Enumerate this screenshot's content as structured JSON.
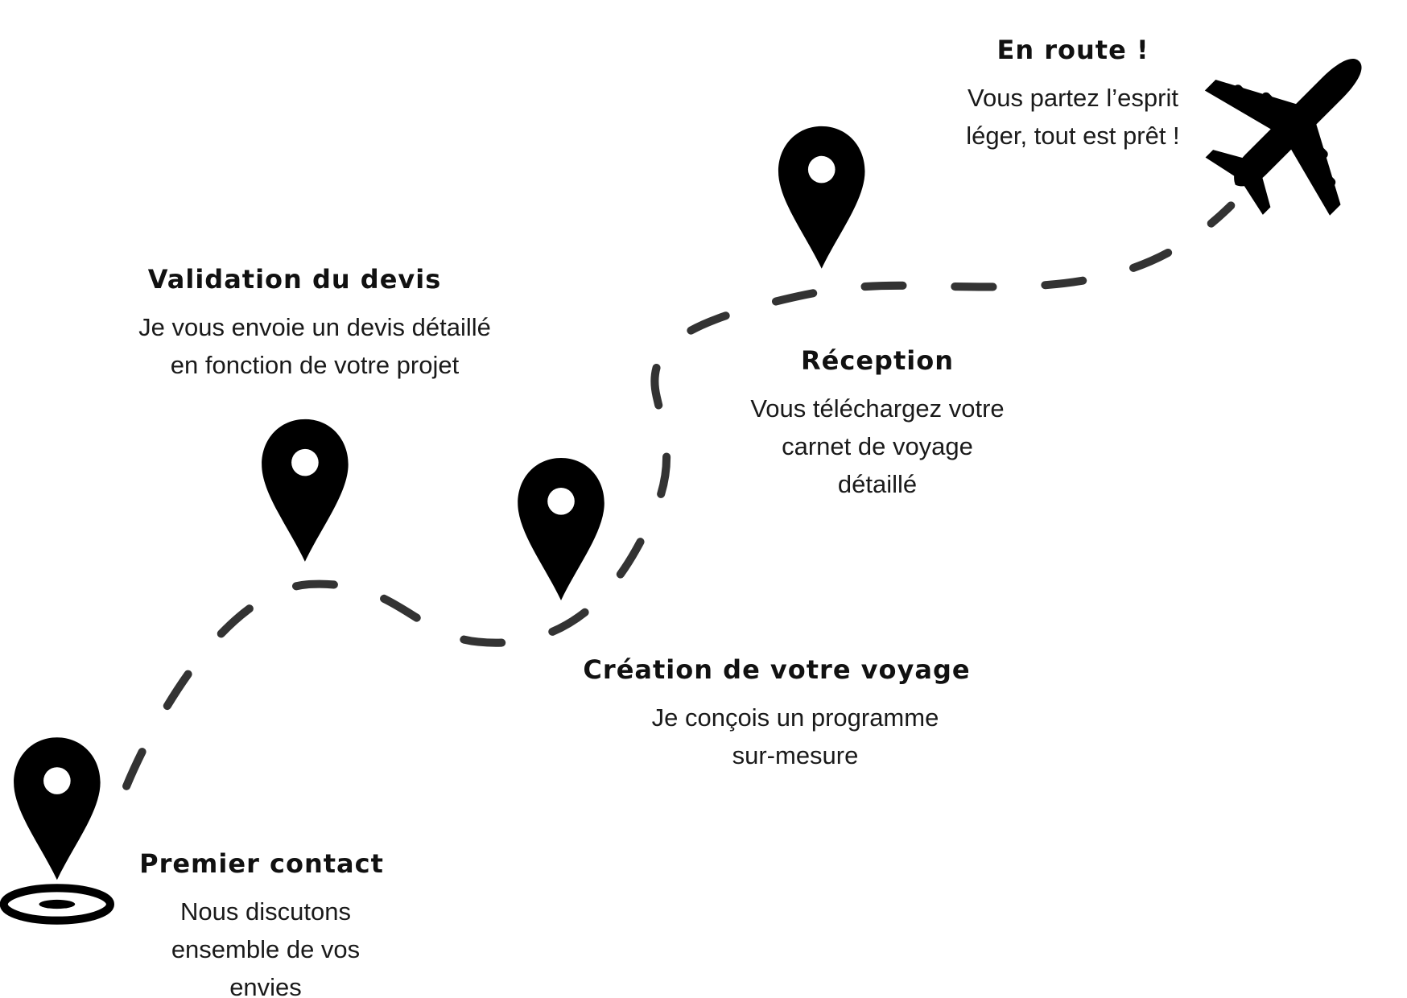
{
  "steps": [
    {
      "title": "Premier contact",
      "lines": [
        "Nous discutons",
        "ensemble de vos",
        "envies"
      ]
    },
    {
      "title": "Validation du devis",
      "lines": [
        "Je vous envoie un devis détaillé",
        "en fonction de votre projet"
      ]
    },
    {
      "title": "Création de votre voyage",
      "lines": [
        "Je conçois un programme",
        "sur-mesure"
      ]
    },
    {
      "title": "Réception",
      "lines": [
        "Vous téléchargez votre",
        "carnet de voyage",
        "détaillé"
      ]
    },
    {
      "title": "En route !",
      "lines": [
        "Vous partez l’esprit",
        "léger, tout est prêt !"
      ]
    }
  ],
  "colors": {
    "ink": "#000000",
    "path": "#333333"
  },
  "icons": [
    "map-pin-icon",
    "target-icon",
    "airplane-icon"
  ]
}
